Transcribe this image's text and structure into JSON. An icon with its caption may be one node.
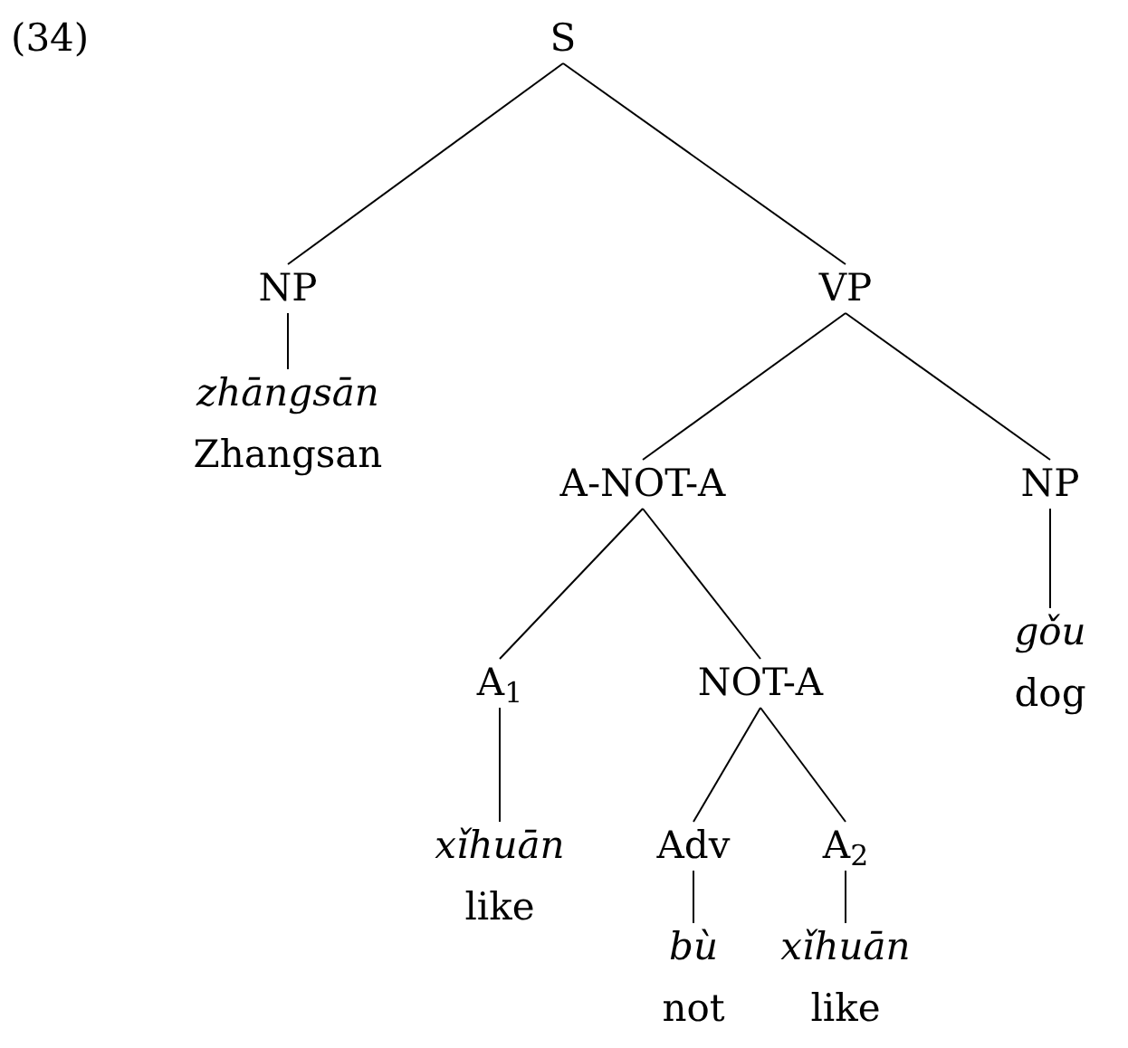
{
  "diagram": {
    "nodes": [
      {
        "text": [
          "S"
        ]
      },
      {
        "text": [
          "NP"
        ]
      },
      {
        "text": [
          "VP"
        ]
      },
      {
        "text": [
          "zhāngsān",
          "Zhangsan"
        ]
      },
      {
        "text": [
          "A-NOT-A"
        ]
      },
      {
        "text": [
          "NP"
        ]
      },
      {
        "text": [
          "gǒu",
          "dog"
        ]
      },
      {
        "text": [
          "A$_{1}$"
        ]
      },
      {
        "text": [
          "NOT-A"
        ]
      },
      {
        "text": [
          "xǐhuān",
          "like"
        ]
      },
      {
        "text": [
          "Adv"
        ]
      },
      {
        "text": [
          "A$_{2}$"
        ]
      },
      {
        "text": [
          "bù",
          "not"
        ]
      },
      {
        "text": [
          "xǐhuān",
          "like"
        ]
      }
    ],
    "edges": [
      {
        "from": 0,
        "to": 1,
        "arrow": "none"
      },
      {
        "from": 0,
        "to": 2,
        "arrow": "none"
      },
      {
        "from": 1,
        "to": 3,
        "arrow": "none"
      },
      {
        "from": 2,
        "to": 4,
        "arrow": "none"
      },
      {
        "from": 2,
        "to": 5,
        "arrow": "none"
      },
      {
        "from": 5,
        "to": 6,
        "arrow": "none"
      },
      {
        "from": 4,
        "to": 7,
        "arrow": "none"
      },
      {
        "from": 4,
        "to": 8,
        "arrow": "none"
      },
      {
        "from": 7,
        "to": 9,
        "arrow": "none"
      },
      {
        "from": 8,
        "to": 10,
        "arrow": "none"
      },
      {
        "from": 8,
        "to": 11,
        "arrow": "none"
      },
      {
        "from": 10,
        "to": 12,
        "arrow": "none"
      },
      {
        "from": 11,
        "to": 13,
        "arrow": "none"
      }
    ],
    "labels": [
      "(34)"
    ]
  }
}
